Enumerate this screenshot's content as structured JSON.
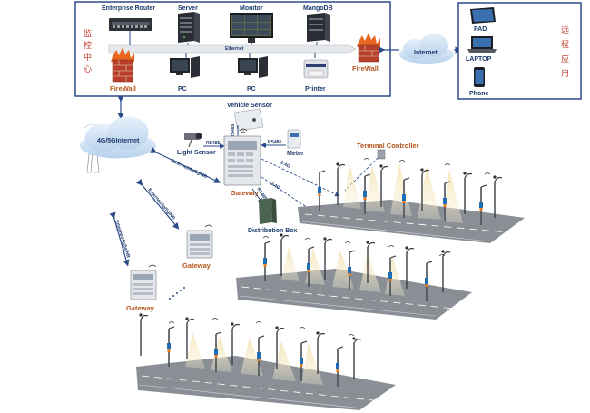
{
  "header": {
    "left_vertical_label": [
      "监",
      "控",
      "中",
      "心"
    ],
    "right_vertical_label": [
      "远",
      "程",
      "应",
      "用"
    ]
  },
  "devices": {
    "enterprise_router": "Enterprise Router",
    "server": "Server",
    "monitor": "Monitor",
    "mangodb": "MangoDB",
    "firewall_left": "FireWall",
    "firewall_right": "FireWall",
    "pc1": "PC",
    "pc2": "PC",
    "printer": "Printer",
    "ethernet": "Ethernet",
    "internet": "Internet",
    "pad": "PAD",
    "laptop": "LAPTOP",
    "phone": "Phone",
    "cloud_4g": "4G/5GInternet",
    "vehicle_sensor": "Vehicle Sensor",
    "light_sensor": "Light Sensor",
    "meter": "Meter",
    "gateway_main": "Gateway",
    "gateway_2": "Gateway",
    "gateway_3": "Gateway",
    "distribution_box": "Distribution Box",
    "terminal_controller": "Terminal Controller"
  },
  "links": {
    "rs485_a": "RS485",
    "rs485_b": "RS485",
    "rs485_c": "RS485",
    "rs485_d": "RS485",
    "g24_a": "2.4G",
    "g24_b": "2.4G",
    "eth_4g_a": "Ethernet/4g/5g/NB",
    "eth_4g_b": "Ethernet/4g/5g/NB",
    "eth_4g_c": "Ethernet/4g/5g/NB"
  },
  "colors": {
    "frame": "#2b4a8a",
    "label": "#1b3a6b",
    "accent_orange": "#b5541b",
    "chinese_red": "#c0392b",
    "road": "#8a8f96",
    "cloud": "#cfe2f3",
    "arrow": "#2b4a8a"
  }
}
